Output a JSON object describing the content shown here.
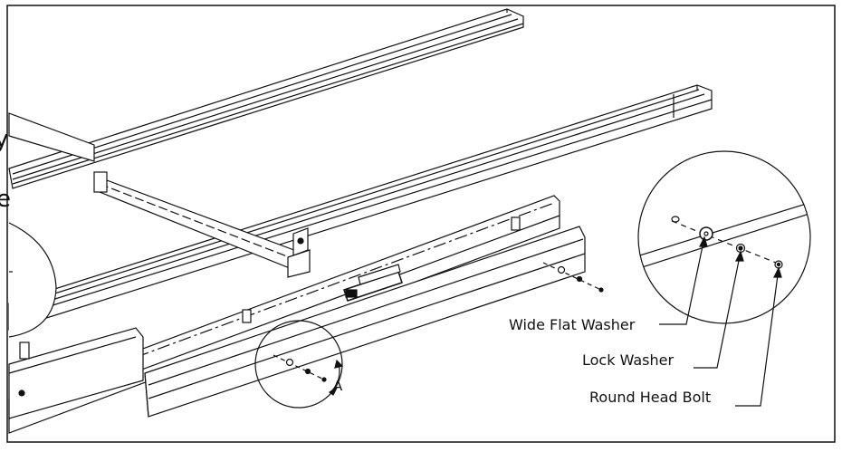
{
  "callouts": {
    "wide_flat_washer": "Wide Flat Washer",
    "lock_washer": "Lock Washer",
    "round_head_bolt": "Round Head Bolt"
  },
  "detail_marker": "A",
  "edge_fragments": {
    "upper": "y",
    "lower": "e"
  },
  "colors": {
    "line": "#111111",
    "background": "#ffffff"
  }
}
